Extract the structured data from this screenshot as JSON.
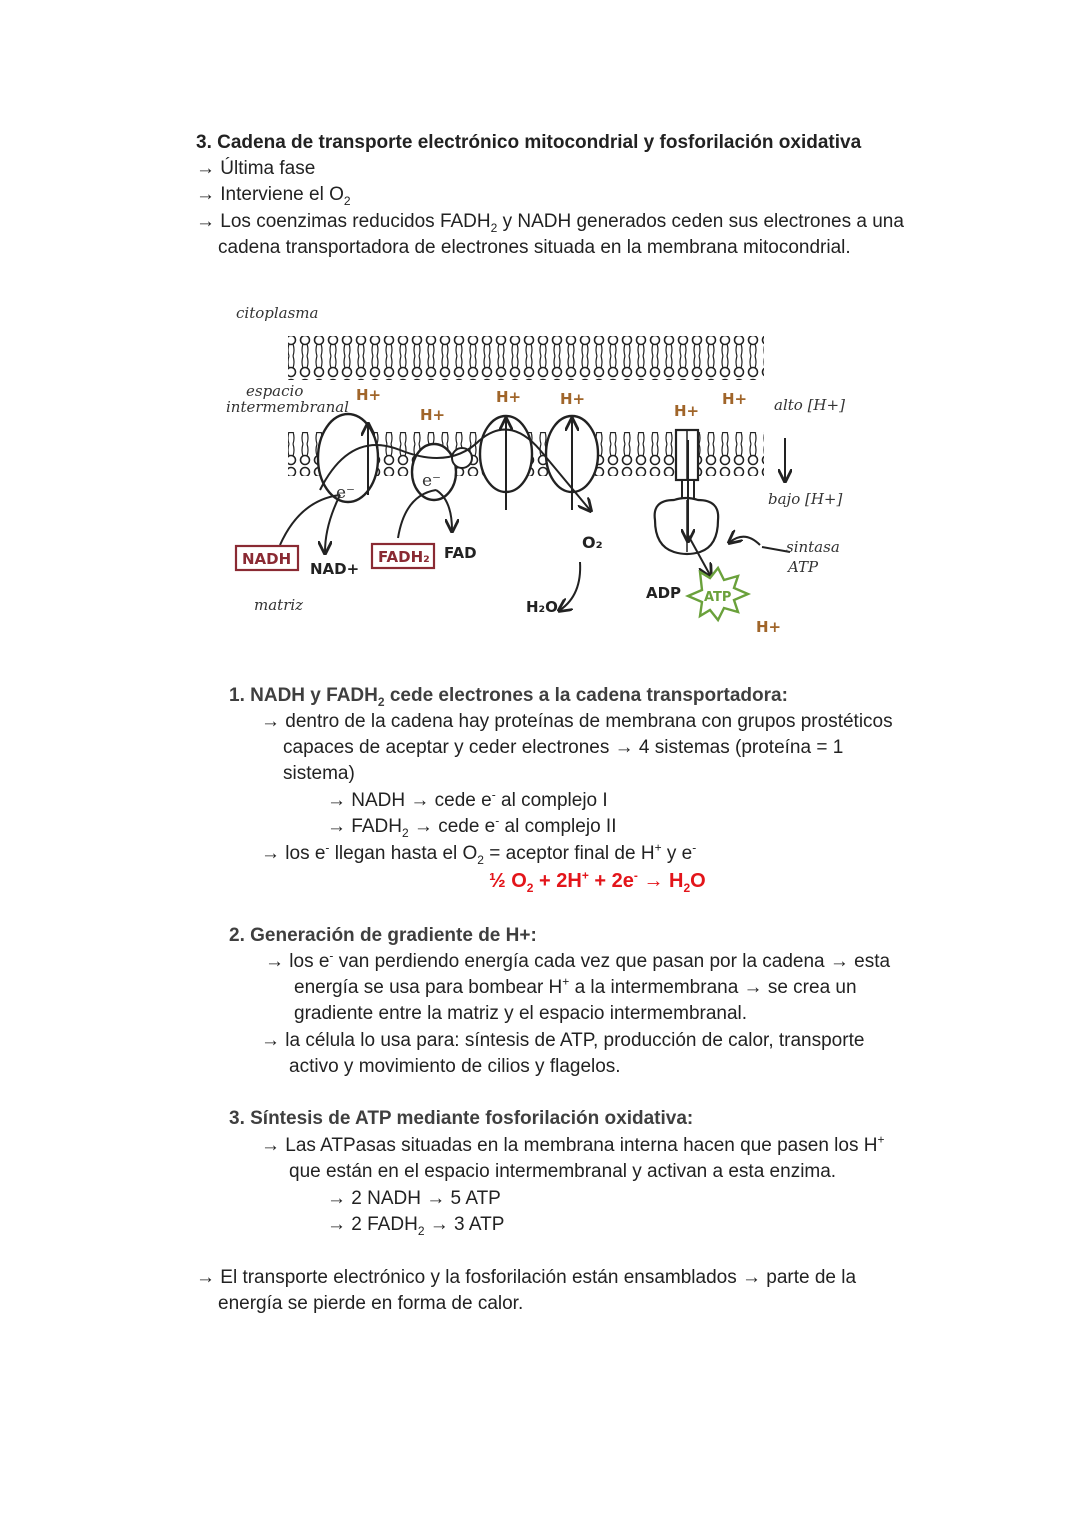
{
  "section3": {
    "heading": "3. Cadena de transporte electrónico mitocondrial y fosforilación oxidativa",
    "bullet1": "→ Última fase",
    "bullet2_text": "→ Interviene el O",
    "bullet2_sub": "2",
    "bullet3_a": "→ Los coenzimas reducidos FADH",
    "bullet3_sub": "2",
    "bullet3_b": " y NADH generados ceden sus electrones a una",
    "bullet3_line2": "cadena transportadora de electrones situada en la membrana mitocondrial."
  },
  "diagram": {
    "citoplasma": "citoplasma",
    "espacio1": "espacio",
    "espacio2": "intermembranal",
    "h_plus": "H+",
    "alto": "alto [H+]",
    "bajo": "bajo [H+]",
    "e_minus": "e⁻",
    "nadh": "NADH",
    "nad_plus": "NAD+",
    "fadh2": "FADH₂",
    "fad": "FAD",
    "o2": "O₂",
    "h2o": "H₂O",
    "adp": "ADP",
    "atp": "ATP",
    "sintasa1": "sintasa",
    "sintasa2": "ATP",
    "matriz": "matriz",
    "colors": {
      "brown": "#a0652a",
      "red_box": "#8a2a33",
      "green": "#6aa13b"
    }
  },
  "item1": {
    "title_a": "1.  NADH y FADH",
    "title_sub": "2",
    "title_b": " cede electrones a la cadena transportadora:",
    "l1": "→ dentro de la cadena hay proteínas de membrana con grupos prostéticos",
    "l2": "capaces de aceptar y ceder electrones → 4 sistemas (proteína = 1",
    "l3": "sistema)",
    "l4_a": "→ NADH → cede e",
    "l4_sup": "-",
    "l4_b": " al complejo I",
    "l5_a": "→ FADH",
    "l5_sub": "2",
    "l5_b": " → cede e",
    "l5_sup": "-",
    "l5_c": " al complejo II",
    "l6_a": "→ los e",
    "l6_sup1": "-",
    "l6_b": "  llegan hasta el O",
    "l6_sub": "2",
    "l6_c": " = aceptor final de H",
    "l6_sup2": "+",
    "l6_d": " y e",
    "l6_sup3": "-",
    "eq_a": "½ O",
    "eq_sub1": "2",
    "eq_b": " + 2H",
    "eq_sup1": "+",
    "eq_c": " + 2e",
    "eq_sup2": "-",
    "eq_d": " → H",
    "eq_sub2": "2",
    "eq_e": "O"
  },
  "item2": {
    "title": "2.  Generación de gradiente de H+:",
    "l1_a": "→ los e",
    "l1_sup": "-",
    "l1_b": " van perdiendo energía cada vez que pasan por la cadena → esta",
    "l2_a": "energía se usa para bombear H",
    "l2_sup": "+",
    "l2_b": " a la intermembrana → se crea un",
    "l3": "gradiente  entre la matriz y el espacio intermembranal.",
    "l4": "→ la célula lo usa para: síntesis de ATP, producción de calor, transporte",
    "l5": "activo y movimiento de cilios y flagelos."
  },
  "item3": {
    "title": "3.  Síntesis de ATP mediante fosforilación oxidativa:",
    "l1_a": "→ Las ATPasas situadas en la membrana interna hacen que pasen los H",
    "l1_sup": "+",
    "l2": "que están en el espacio intermembranal y activan a esta enzima.",
    "l3": "→ 2 NADH → 5 ATP",
    "l4_a": "→ 2 FADH",
    "l4_sub": "2",
    "l4_b": " → 3 ATP"
  },
  "closing": {
    "l1": "→ El transporte electrónico y la fosforilación están ensamblados → parte de la",
    "l2": "energía se pierde en forma de calor."
  }
}
